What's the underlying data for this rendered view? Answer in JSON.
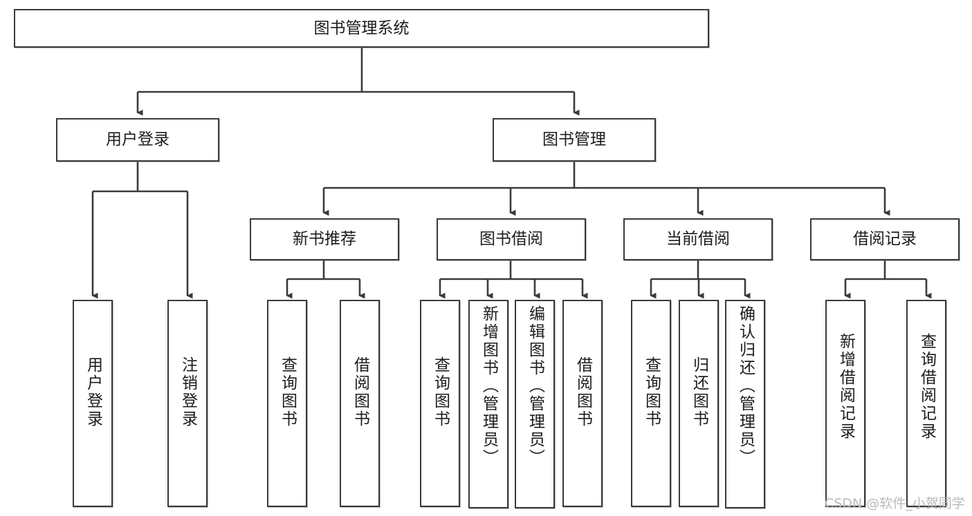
{
  "diagram": {
    "title": "图书管理系统",
    "watermark": "CSDN @软件_小贺同学",
    "line_color": "#3a3a3a",
    "text_color": "#1c1c1c",
    "background": "#ffffff",
    "nodes": {
      "root": "图书管理系统",
      "l2": {
        "user_login": "用户登录",
        "book_manage": "图书管理"
      },
      "l3": {
        "new_book_rec": "新书推荐",
        "book_borrow": "图书借阅",
        "current_borrow": "当前借阅",
        "borrow_record": "借阅记录"
      },
      "leaves": {
        "user_login_1": "用户登录",
        "user_login_2": "注销登录",
        "new_book_1": "查询图书",
        "new_book_2": "借阅图书",
        "borrow_1": "查询图书",
        "borrow_2": "新增图书（管理员）",
        "borrow_3": "编辑图书（管理员）",
        "borrow_4": "借阅图书",
        "current_1": "查询图书",
        "current_2": "归还图书",
        "current_3": "确认归还（管理员）",
        "record_1": "新增借阅记录",
        "record_2": "查询借阅记录"
      }
    }
  }
}
